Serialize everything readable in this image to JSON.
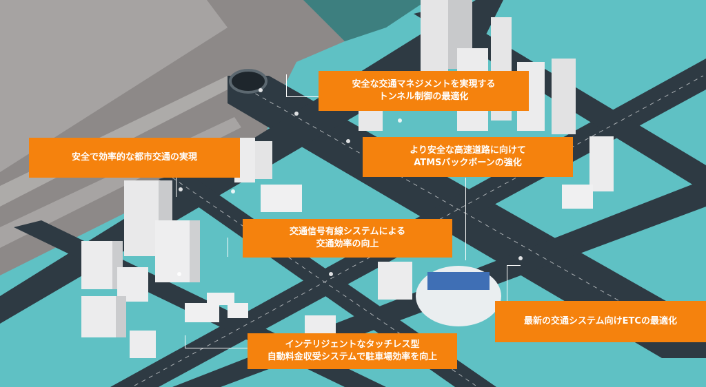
{
  "colors": {
    "callout_bg": "#f5820d",
    "callout_text": "#ffffff",
    "ground": "#5fc1c4",
    "road": "#2f3b44",
    "rock": "#8b8786"
  },
  "callouts": {
    "tunnel": {
      "line1": "安全な交通マネジメントを実現する",
      "line2": "トンネル制御の最適化"
    },
    "urban": {
      "line1": "安全で効率的な都市交通の実現",
      "line2": ""
    },
    "atms": {
      "line1": "より安全な高速道路に向けて",
      "line2": "ATMSバックボーンの強化"
    },
    "signal": {
      "line1": "交通信号有線システムによる",
      "line2": "交通効率の向上"
    },
    "etc": {
      "line1": "最新の交通システム向けETCの最適化",
      "line2": ""
    },
    "parking": {
      "line1": "インテリジェントなタッチレス型",
      "line2": "自動料金収受システムで駐車場効率を向上"
    }
  }
}
